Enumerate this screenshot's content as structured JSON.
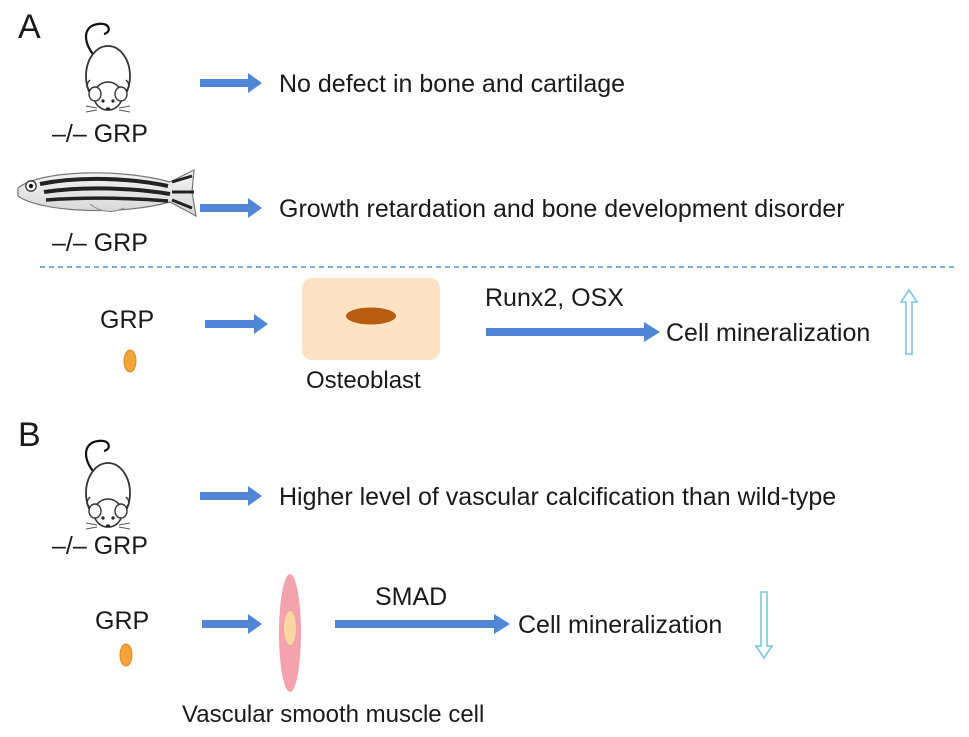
{
  "panel_a": {
    "label": "A",
    "mouse": {
      "genotype": "–/– GRP",
      "outcome": "No defect in bone and cartilage"
    },
    "zebrafish": {
      "genotype": "–/– GRP",
      "outcome": "Growth retardation and bone development disorder"
    },
    "osteoblast_pathway": {
      "protein": "GRP",
      "cell": "Osteoblast",
      "factors": "Runx2, OSX",
      "result": "Cell mineralization",
      "direction": "up"
    }
  },
  "panel_b": {
    "label": "B",
    "mouse": {
      "genotype": "–/– GRP",
      "outcome": "Higher level of vascular calcification than wild-type"
    },
    "vsmc_pathway": {
      "protein": "GRP",
      "cell": "Vascular smooth muscle cell",
      "factors": "SMAD",
      "result": "Cell mineralization",
      "direction": "down"
    }
  },
  "colors": {
    "arrow": "#4f86d6",
    "outline_arrow": "#7fc4df",
    "divider": "#5b8fd0",
    "grp_ellipse": "#f2a33a",
    "osteoblast_fill": "#fde3c3",
    "osteoblast_nucleus": "#b85d10",
    "vsmc_fill": "#f3a3ad",
    "vsmc_nucleus": "#f9d7a0"
  }
}
